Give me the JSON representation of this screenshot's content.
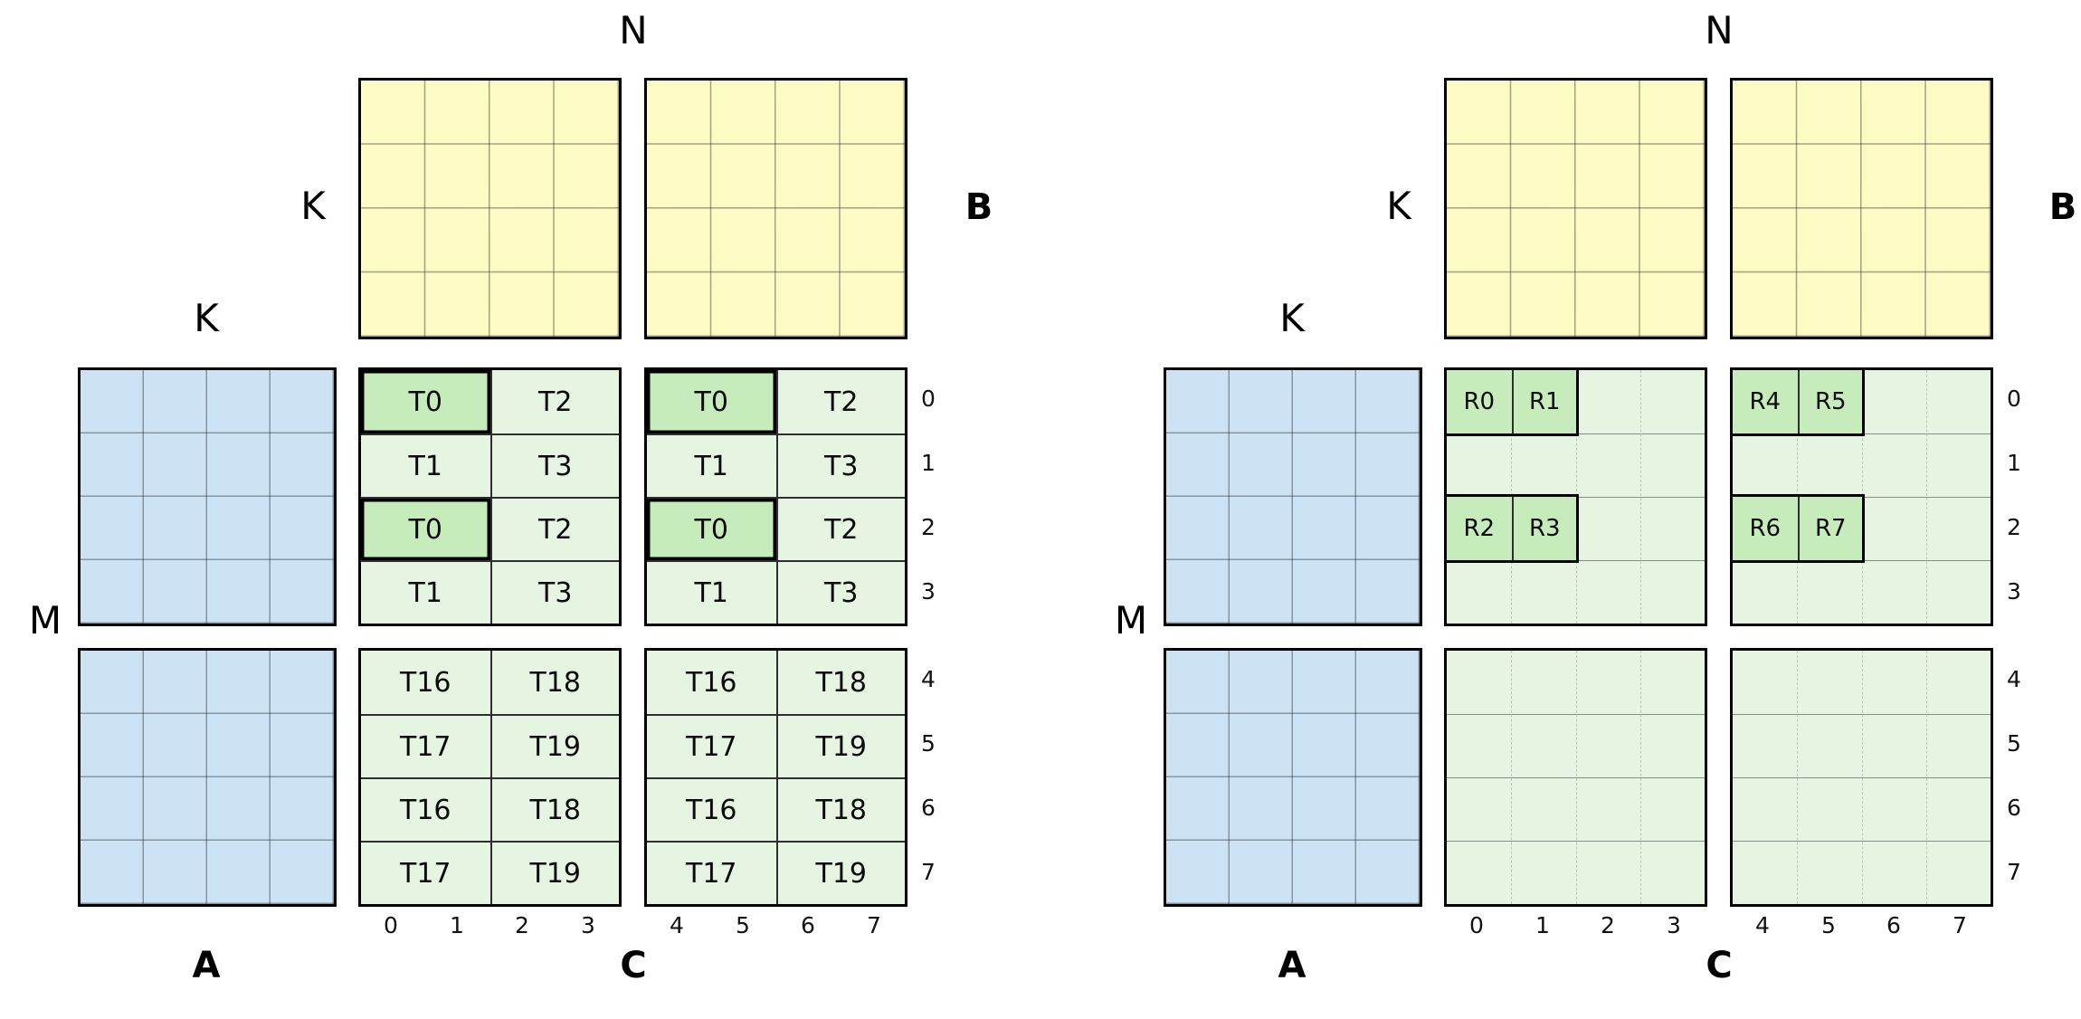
{
  "colors": {
    "matrix_a_fill": "#CCE2F5",
    "matrix_b_fill": "#FBFBC3",
    "matrix_c_fill": "#E6F5E2",
    "highlight_fill": "#C7ECBB",
    "border": "#000000"
  },
  "diagrams": [
    {
      "side": "left",
      "labels": {
        "n": "N",
        "k_left_of_b": "K",
        "k_above_a": "K",
        "m": "M",
        "a": "A",
        "b": "B",
        "c": "C"
      },
      "row_indices": [
        "0",
        "1",
        "2",
        "3",
        "4",
        "5",
        "6",
        "7"
      ],
      "col_indices": [
        "0",
        "1",
        "2",
        "3",
        "4",
        "5",
        "6",
        "7"
      ],
      "quadrants": [
        {
          "position": "top-left",
          "tiles": [
            [
              "T0",
              "T2"
            ],
            [
              "T1",
              "T3"
            ],
            [
              "T0",
              "T2"
            ],
            [
              "T1",
              "T3"
            ]
          ],
          "highlighted": [
            [
              0,
              0
            ],
            [
              2,
              0
            ]
          ]
        },
        {
          "position": "top-right",
          "tiles": [
            [
              "T0",
              "T2"
            ],
            [
              "T1",
              "T3"
            ],
            [
              "T0",
              "T2"
            ],
            [
              "T1",
              "T3"
            ]
          ],
          "highlighted": [
            [
              0,
              0
            ],
            [
              2,
              0
            ]
          ]
        },
        {
          "position": "bottom-left",
          "tiles": [
            [
              "T16",
              "T18"
            ],
            [
              "T17",
              "T19"
            ],
            [
              "T16",
              "T18"
            ],
            [
              "T17",
              "T19"
            ]
          ],
          "highlighted": []
        },
        {
          "position": "bottom-right",
          "tiles": [
            [
              "T16",
              "T18"
            ],
            [
              "T17",
              "T19"
            ],
            [
              "T16",
              "T18"
            ],
            [
              "T17",
              "T19"
            ]
          ],
          "highlighted": []
        }
      ]
    },
    {
      "side": "right",
      "labels": {
        "n": "N",
        "k_left_of_b": "K",
        "k_above_a": "K",
        "m": "M",
        "a": "A",
        "b": "B",
        "c": "C"
      },
      "row_indices": [
        "0",
        "1",
        "2",
        "3",
        "4",
        "5",
        "6",
        "7"
      ],
      "col_indices": [
        "0",
        "1",
        "2",
        "3",
        "4",
        "5",
        "6",
        "7"
      ],
      "register_groups": [
        {
          "quadrant": "top-left",
          "row": 0,
          "cells": [
            "R0",
            "R1"
          ]
        },
        {
          "quadrant": "top-left",
          "row": 2,
          "cells": [
            "R2",
            "R3"
          ]
        },
        {
          "quadrant": "top-right",
          "row": 0,
          "cells": [
            "R4",
            "R5"
          ]
        },
        {
          "quadrant": "top-right",
          "row": 2,
          "cells": [
            "R6",
            "R7"
          ]
        }
      ]
    }
  ]
}
